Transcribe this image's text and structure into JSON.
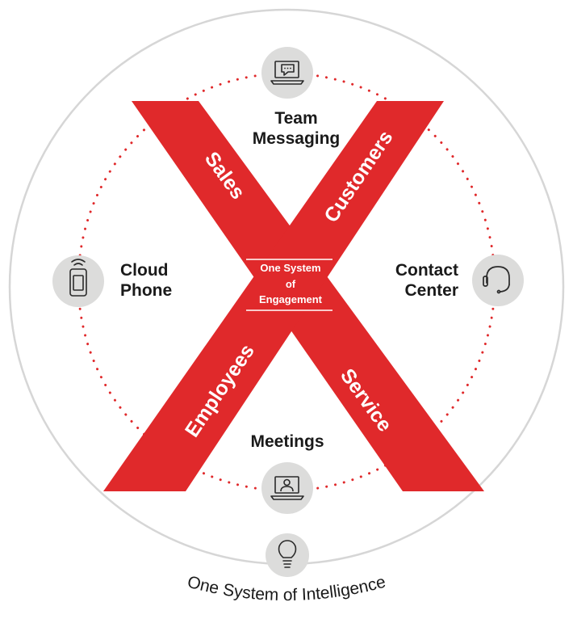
{
  "diagram": {
    "center_label": [
      "One System",
      "of",
      "Engagement"
    ],
    "x_arms": {
      "upper_left": "Sales",
      "upper_right": "Customers",
      "lower_left": "Employees",
      "lower_right": "Service"
    },
    "channels": {
      "top": [
        "Team",
        "Messaging"
      ],
      "left": [
        "Cloud",
        "Phone"
      ],
      "right": [
        "Contact",
        "Center"
      ],
      "bottom": "Meetings"
    },
    "footer": "One System of Intelligence",
    "icons": {
      "top": "chat-laptop-icon",
      "left": "mobile-phone-icon",
      "right": "headset-icon",
      "bottom": "video-meeting-laptop-icon",
      "footer": "lightbulb-icon"
    },
    "colors": {
      "accent": "#e0292b",
      "icon_circle": "#dcdcdb",
      "outer_ring": "#d6d6d6",
      "text": "#1a1a1a"
    }
  }
}
